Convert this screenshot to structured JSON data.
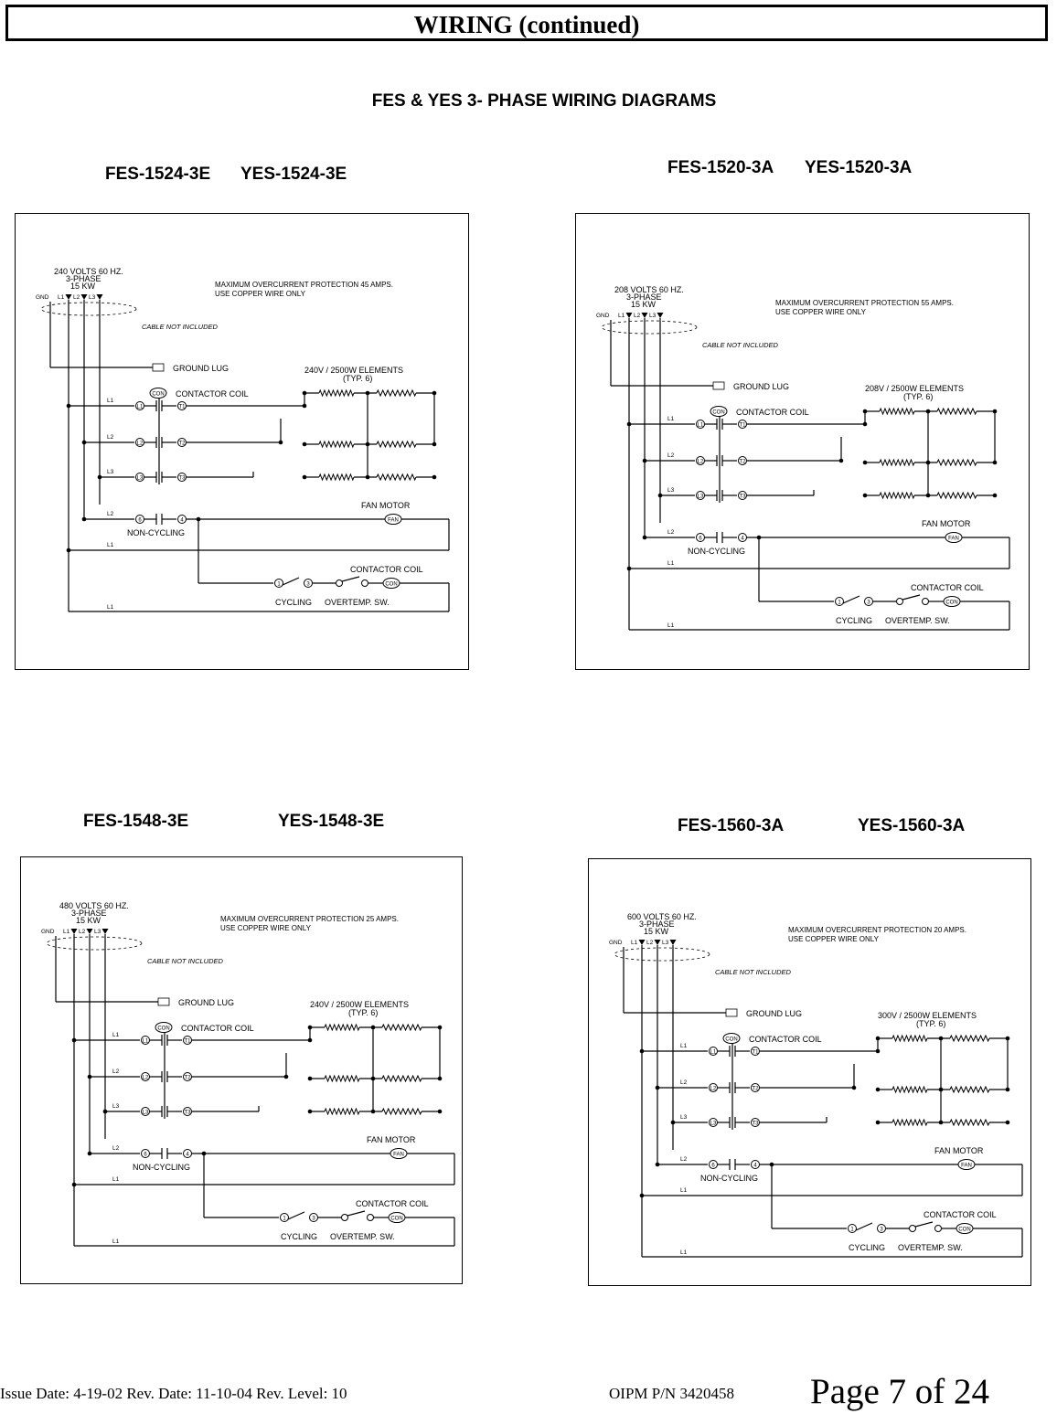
{
  "header": {
    "title": "WIRING (continued)"
  },
  "section_title": "FES & YES 3- PHASE WIRING DIAGRAMS",
  "diagrams": [
    {
      "models": [
        "FES-1524-3E",
        "YES-1524-3E"
      ],
      "voltage": "240 VOLTS  60 HZ.",
      "phase": "3-PHASE",
      "power": "15 KW",
      "protection": "MAXIMUM OVERCURRENT PROTECTION 45 AMPS.",
      "copper": "USE COPPER WIRE ONLY",
      "cable": "CABLE NOT INCLUDED",
      "ground_lug": "GROUND  LUG",
      "contactor_coil": "CONTACTOR COIL",
      "elements": "240V / 2500W ELEMENTS",
      "typ": "(TYP. 6)",
      "fan_motor": "FAN MOTOR",
      "non_cycling": "NON-CYCLING",
      "contactor_coil_2": "CONTACTOR COIL",
      "cycling": "CYCLING",
      "overtemp": "OVERTEMP. SW."
    },
    {
      "models": [
        "FES-1520-3A",
        "YES-1520-3A"
      ],
      "voltage": "208 VOLTS  60 HZ.",
      "phase": "3-PHASE",
      "power": "15 KW",
      "protection": "MAXIMUM OVERCURRENT PROTECTION 55 AMPS.",
      "copper": "USE COPPER WIRE ONLY",
      "cable": "CABLE NOT INCLUDED",
      "ground_lug": "GROUND  LUG",
      "contactor_coil": "CONTACTOR COIL",
      "elements": "208V / 2500W ELEMENTS",
      "typ": "(TYP. 6)",
      "fan_motor": "FAN MOTOR",
      "non_cycling": "NON-CYCLING",
      "contactor_coil_2": "CONTACTOR COIL",
      "cycling": "CYCLING",
      "overtemp": "OVERTEMP. SW."
    },
    {
      "models": [
        "FES-1548-3E",
        "YES-1548-3E"
      ],
      "voltage": "480 VOLTS  60 HZ.",
      "phase": "3-PHASE",
      "power": "15 KW",
      "protection": "MAXIMUM OVERCURRENT PROTECTION 25 AMPS.",
      "copper": "USE COPPER WIRE ONLY",
      "cable": "CABLE NOT INCLUDED",
      "ground_lug": "GROUND  LUG",
      "contactor_coil": "CONTACTOR COIL",
      "elements": "240V / 2500W ELEMENTS",
      "typ": "(TYP. 6)",
      "fan_motor": "FAN MOTOR",
      "non_cycling": "NON-CYCLING",
      "contactor_coil_2": "CONTACTOR COIL",
      "cycling": "CYCLING",
      "overtemp": "OVERTEMP. SW."
    },
    {
      "models": [
        "FES-1560-3A",
        "YES-1560-3A"
      ],
      "voltage": "600 VOLTS  60 HZ.",
      "phase": "3-PHASE",
      "power": "15 KW",
      "protection": "MAXIMUM OVERCURRENT PROTECTION 20 AMPS.",
      "copper": "USE COPPER WIRE ONLY",
      "cable": "CABLE NOT INCLUDED",
      "ground_lug": "GROUND  LUG",
      "contactor_coil": "CONTACTOR COIL",
      "elements": "300V / 2500W ELEMENTS",
      "typ": "(TYP. 6)",
      "fan_motor": "FAN MOTOR",
      "non_cycling": "NON-CYCLING",
      "contactor_coil_2": "CONTACTOR COIL",
      "cycling": "CYCLING",
      "overtemp": "OVERTEMP. SW."
    }
  ],
  "schematic_labels": {
    "gnd": "GND",
    "l1": "L1",
    "l2": "L2",
    "l3": "L3",
    "t1": "T1",
    "t2": "T2",
    "t3": "T3",
    "con": "CON",
    "fan": "FAN",
    "lug": "LUG",
    "n1": "1",
    "n3": "3",
    "n4": "4",
    "n6": "6"
  },
  "footer": {
    "issue": "Issue Date: 4-19-02    Rev. Date: 11-10-04    Rev. Level: 10",
    "part": "OIPM P/N 3420458",
    "page": "Page 7 of 24"
  }
}
